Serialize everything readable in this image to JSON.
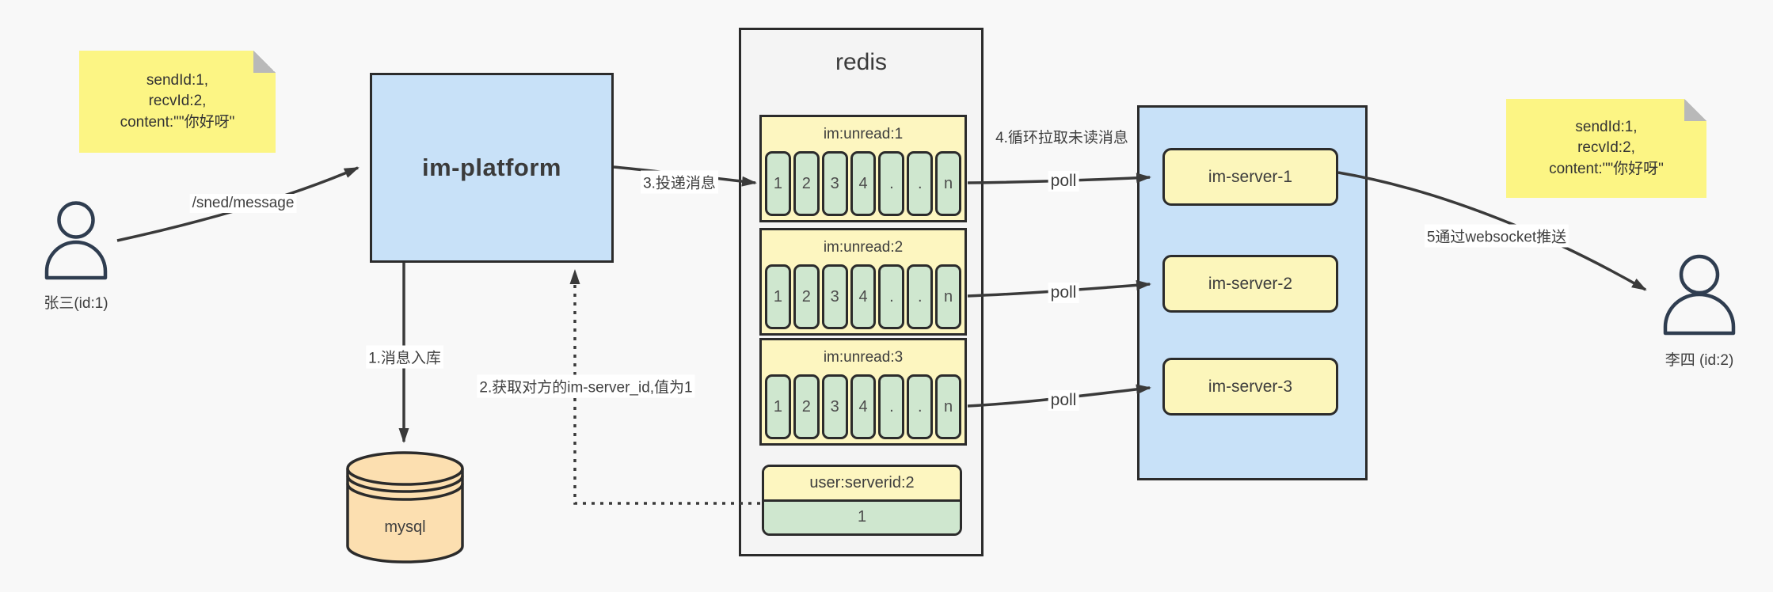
{
  "diagram": {
    "type": "architecture-flow",
    "description_visible_text_only": true
  },
  "notes": {
    "left": {
      "lines": [
        "sendId:1,",
        "recvId:2,",
        "content:\"\"你好呀\""
      ]
    },
    "right": {
      "lines": [
        "sendId:1,",
        "recvId:2,",
        "content:\"\"你好呀\""
      ]
    }
  },
  "actors": {
    "sender": {
      "label": "张三(id:1)"
    },
    "receiver": {
      "label": "李四 (id:2)"
    }
  },
  "platform": {
    "label": "im-platform"
  },
  "database": {
    "label": "mysql"
  },
  "redis": {
    "title": "redis",
    "queues": [
      {
        "title": "im:unread:1",
        "cells": [
          "1",
          "2",
          "3",
          "4",
          ".",
          ".",
          "n"
        ]
      },
      {
        "title": "im:unread:2",
        "cells": [
          "1",
          "2",
          "3",
          "4",
          ".",
          ".",
          "n"
        ]
      },
      {
        "title": "im:unread:3",
        "cells": [
          "1",
          "2",
          "3",
          "4",
          ".",
          ".",
          "n"
        ]
      }
    ],
    "mapping": {
      "title": "user:serverid:2",
      "value": "1"
    }
  },
  "servers": {
    "items": [
      {
        "label": "im-server-1"
      },
      {
        "label": "im-server-2"
      },
      {
        "label": "im-server-3"
      }
    ]
  },
  "edges": {
    "send": "/sned/message",
    "store": "1.消息入库",
    "lookup": "2.获取对方的im-server_id,值为1",
    "deliver": "3.投递消息",
    "pull": "4.循环拉取未读消息",
    "poll_1": "poll",
    "poll_2": "poll",
    "poll_3": "poll",
    "push": "5通过websocket推送"
  },
  "colors": {
    "canvas_bg": "#f8f8f8",
    "note_yellow": "#fcf584",
    "note_fold_gray": "#b9b9b9",
    "box_blue": "#c8e1f8",
    "redis_bg": "#f4f4f4",
    "queue_yellow": "#fdf6c0",
    "cell_green": "#cfe7cf",
    "server_yellow": "#fcf6bb",
    "db_orange": "#fcdfb0",
    "shape_border": "#2b2b2b",
    "arrow": "#3a3a3a",
    "person_outline": "#2f3d50"
  }
}
